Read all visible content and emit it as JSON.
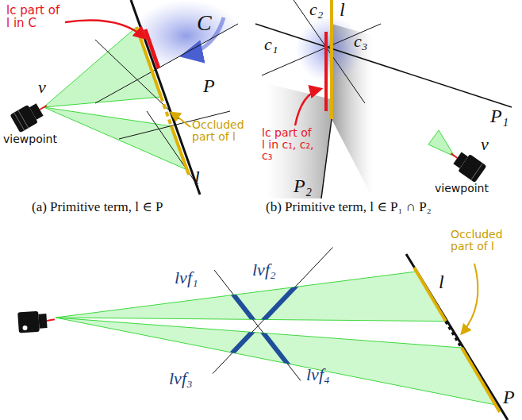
{
  "diagram": {
    "labels": [
      "lc part of l in C",
      "C",
      "v",
      "viewpoint",
      "P",
      "l",
      "Occluded part of l",
      "c₂",
      "l",
      "c₁",
      "c₃",
      "P₁",
      "lc part of l in c₁, c₂, c₃",
      "P₂",
      "v",
      "viewpoint",
      "(a) Primitive term, l ∈ P",
      "(b) Primitive term, l ∈ P₁ ∩ P₂",
      "lvf₁",
      "lvf₂",
      "lvf₃",
      "lvf₄",
      "l",
      "Occluded part of l",
      "P"
    ]
  }
}
